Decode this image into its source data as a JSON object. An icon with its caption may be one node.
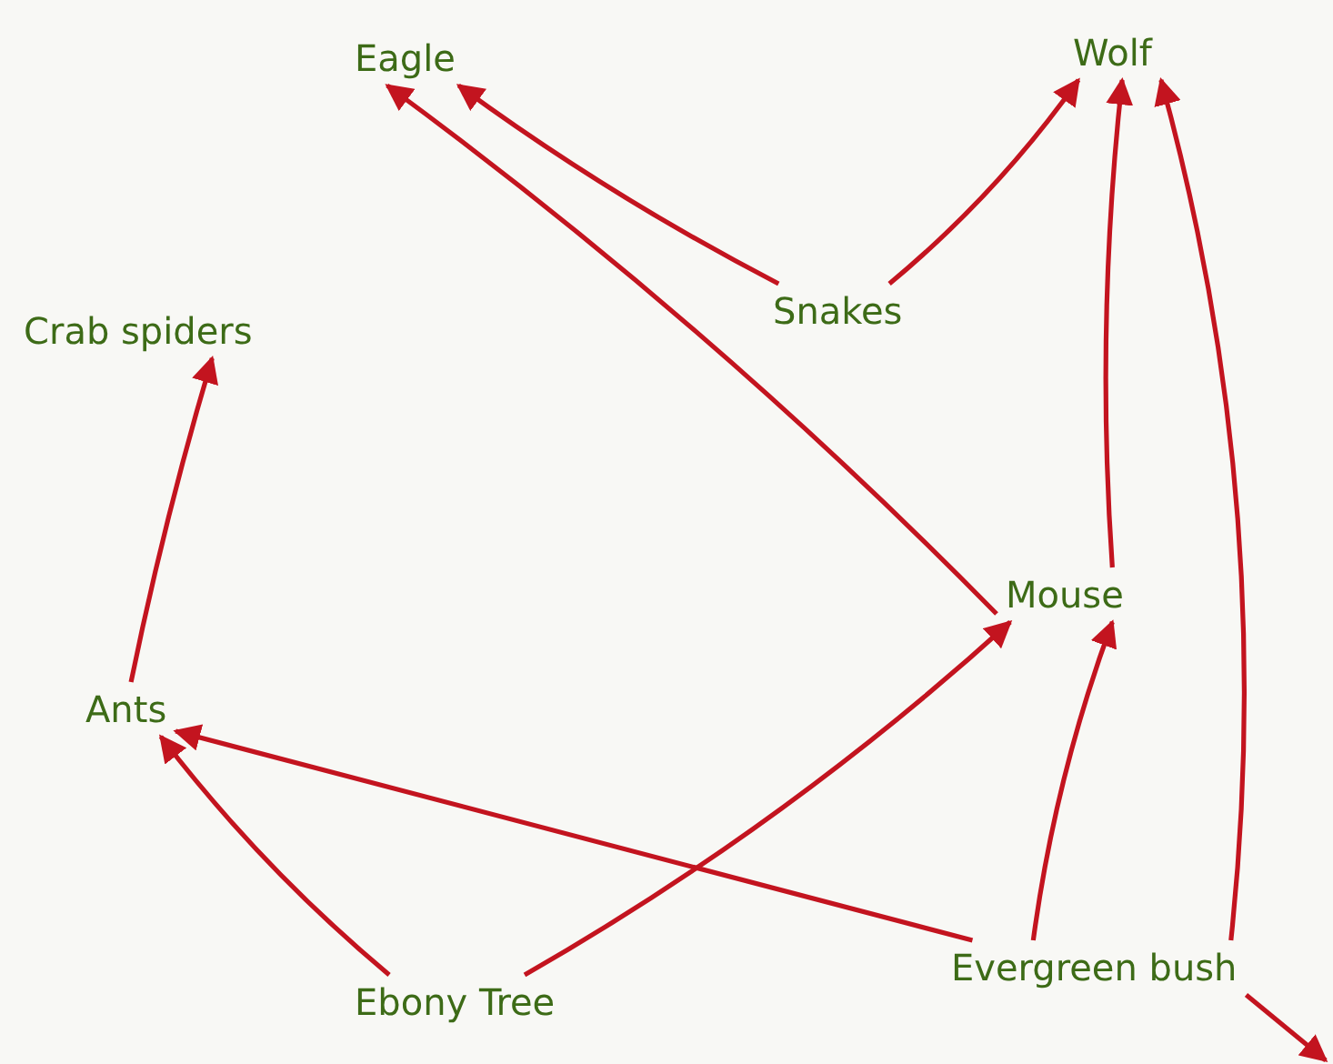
{
  "diagram": {
    "nodes": [
      {
        "text": [
          "Eagle"
        ]
      },
      {
        "text": [
          "Wolf"
        ]
      },
      {
        "text": [
          "Crab spiders"
        ]
      },
      {
        "text": [
          "Snakes"
        ]
      },
      {
        "text": [
          "Mouse"
        ]
      },
      {
        "text": [
          "Ants"
        ]
      },
      {
        "text": [
          "Ebony Tree"
        ]
      },
      {
        "text": [
          "Evergreen bush"
        ]
      }
    ],
    "edges": [
      {
        "from": 4,
        "to": 0,
        "arrow": "to"
      },
      {
        "from": 3,
        "to": 0,
        "arrow": "to"
      },
      {
        "from": 3,
        "to": 1,
        "arrow": "to"
      },
      {
        "from": 4,
        "to": 1,
        "arrow": "to"
      },
      {
        "from": 7,
        "to": 1,
        "arrow": "to"
      },
      {
        "from": 5,
        "to": 2,
        "arrow": "to"
      },
      {
        "from": 6,
        "to": 5,
        "arrow": "to"
      },
      {
        "from": 6,
        "to": 4,
        "arrow": "to"
      },
      {
        "from": 7,
        "to": 5,
        "arrow": "to"
      },
      {
        "from": 7,
        "to": 4,
        "arrow": "to"
      },
      {
        "from": 7,
        "to": null,
        "arrow": "to"
      }
    ]
  }
}
